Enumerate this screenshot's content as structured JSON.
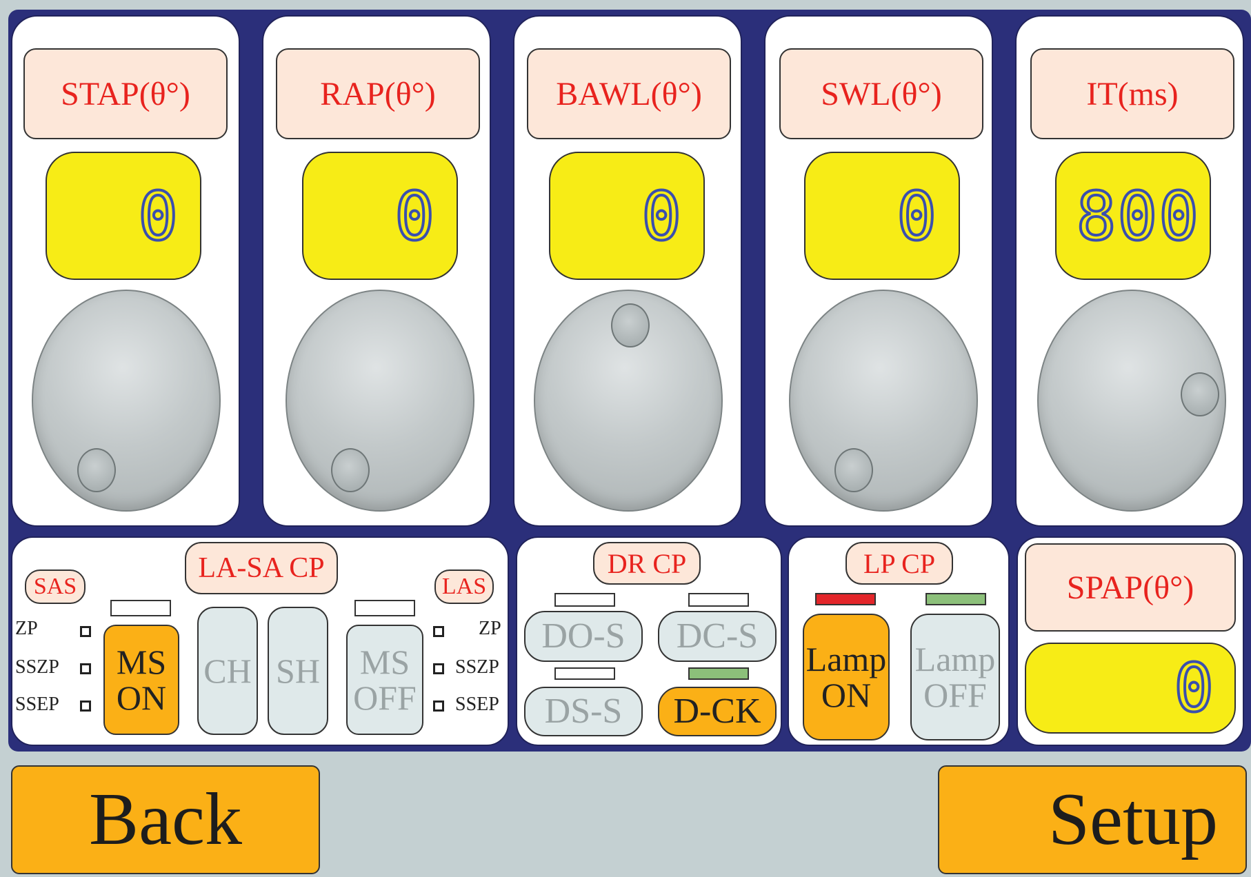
{
  "channels": [
    {
      "label": "STAP(θ°)",
      "value": "0"
    },
    {
      "label": "RAP(θ°)",
      "value": "0"
    },
    {
      "label": "BAWL(θ°)",
      "value": "0"
    },
    {
      "label": "SWL(θ°)",
      "value": "0"
    },
    {
      "label": "IT(ms)",
      "value": "800"
    }
  ],
  "lasa_panel": {
    "title": "LA-SA CP",
    "left_tag": "SAS",
    "right_tag": "LAS",
    "left_modes": [
      "ZP",
      "SSZP",
      "SSEP"
    ],
    "right_modes": [
      "ZP",
      "SSZP",
      "SSEP"
    ],
    "buttons": {
      "ms_on": [
        "MS",
        "ON"
      ],
      "ch": "CH",
      "sh": "SH",
      "ms_off": [
        "MS",
        "OFF"
      ]
    }
  },
  "dr_panel": {
    "title": "DR CP",
    "buttons": {
      "do_s": "DO-S",
      "dc_s": "DC-S",
      "ds_s": "DS-S",
      "d_ck": "D-CK"
    }
  },
  "lp_panel": {
    "title": "LP CP",
    "buttons": {
      "lamp_on": [
        "Lamp",
        "ON"
      ],
      "lamp_off": [
        "Lamp",
        "OFF"
      ]
    }
  },
  "spap": {
    "label": "SPAP(θ°)",
    "value": "0"
  },
  "footer": {
    "back": "Back",
    "setup": "Setup"
  },
  "colors": {
    "frame": "#2b2f7a",
    "display": "#f7ec16",
    "label_text": "#e8231e",
    "button_active": "#fbb016",
    "button_inactive": "#dfe9ea",
    "indicator_red": "#e3262a",
    "indicator_green": "#8cc07a",
    "background": "#c4d0d2"
  }
}
